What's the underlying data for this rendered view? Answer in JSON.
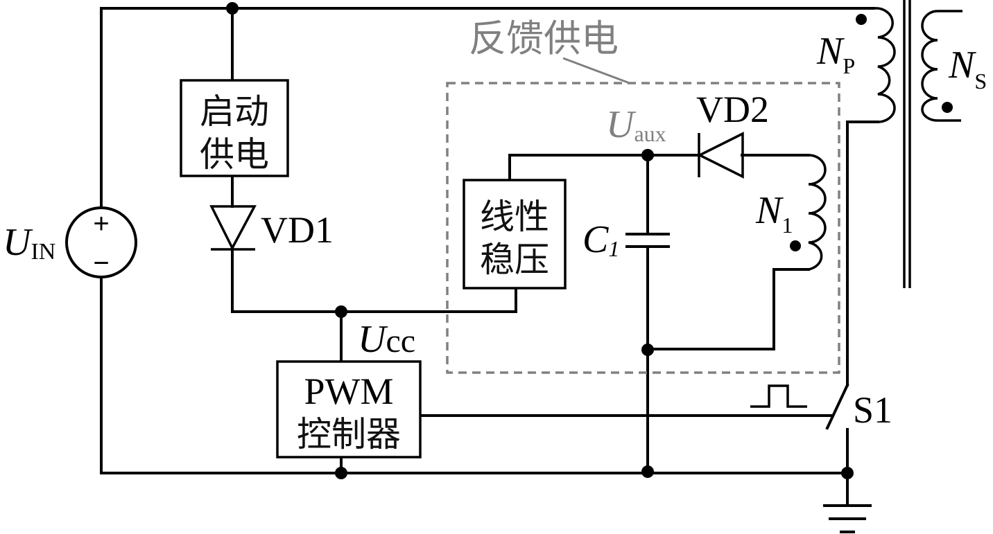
{
  "diagram": {
    "title": "反馈供电",
    "colors": {
      "wire": "#000000",
      "annotation": "#808080"
    },
    "blocks": {
      "startup_supply": {
        "line1": "启动",
        "line2": "供电"
      },
      "linear_regulator": {
        "line1": "线性",
        "line2": "稳压"
      },
      "pwm_controller": {
        "line1": "PWM",
        "line2": "控制器"
      }
    },
    "source": {
      "label_main": "U",
      "label_sub": "IN",
      "plus": "+",
      "minus": "−"
    },
    "components": {
      "vd1": "VD1",
      "vd2": "VD2",
      "c1_main": "C",
      "c1_sub": "1",
      "s1": "S1"
    },
    "windings": {
      "np_main": "N",
      "np_sub": "P",
      "ns_main": "N",
      "ns_sub": "S",
      "n1_main": "N",
      "n1_sub": "1"
    },
    "nodes": {
      "uaux_main": "U",
      "uaux_sub": "aux",
      "ucc_main": "U",
      "ucc_sub": "cc"
    }
  }
}
